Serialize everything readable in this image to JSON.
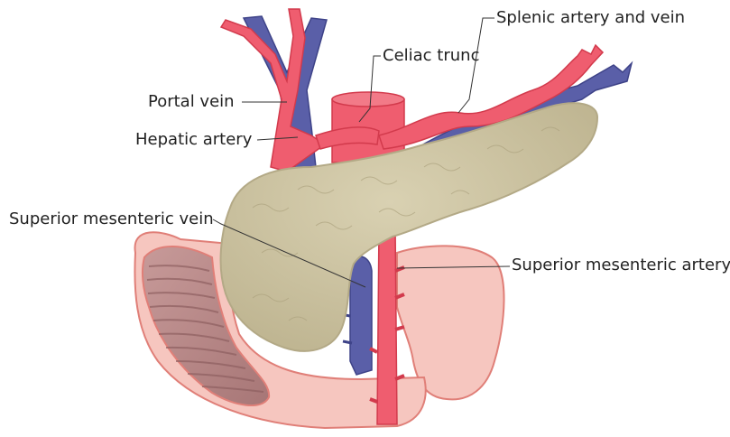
{
  "labels": {
    "portal_vein": "Portal vein",
    "hepatic_artery": "Hepatic artery",
    "celiac_trunc": "Celiac trunc",
    "splenic": "Splenic artery and vein",
    "sm_vein": "Superior mesenteric vein",
    "sm_artery": "Superior mesenteric artery"
  },
  "colors": {
    "artery": "#ef5d6f",
    "artery_dark": "#d23a4c",
    "vein": "#5a5fa8",
    "vein_dark": "#3e4388",
    "pancreas": "#cfc6a6",
    "pancreas_edge": "#b3a986",
    "duodenum": "#f6c6bf",
    "duodenum_edge": "#e07f78",
    "mucosa": "#b58a8a",
    "leader": "#333333"
  }
}
